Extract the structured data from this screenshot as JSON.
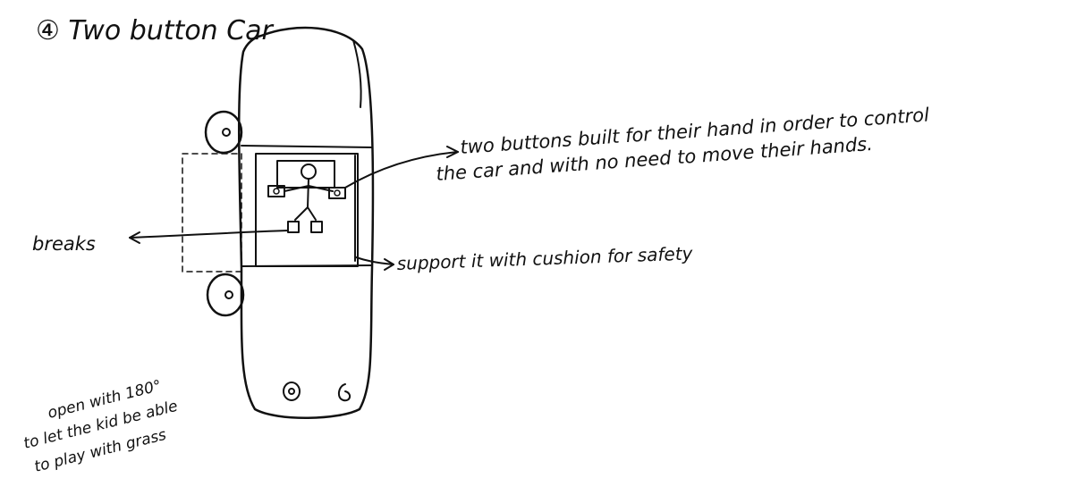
{
  "title": "④ Two button Car",
  "annotations": {
    "buttons_line1": "two buttons built for their hand in order to control",
    "buttons_line2": "the car and with no need to move their hands.",
    "breaks": "breaks",
    "cushion": "support it with cushion for safety",
    "door_line1": "open with 180°",
    "door_line2": "to let the kid be able",
    "door_line3": "to play with grass"
  },
  "colors": {
    "ink": "#111111",
    "paper": "#ffffff"
  }
}
